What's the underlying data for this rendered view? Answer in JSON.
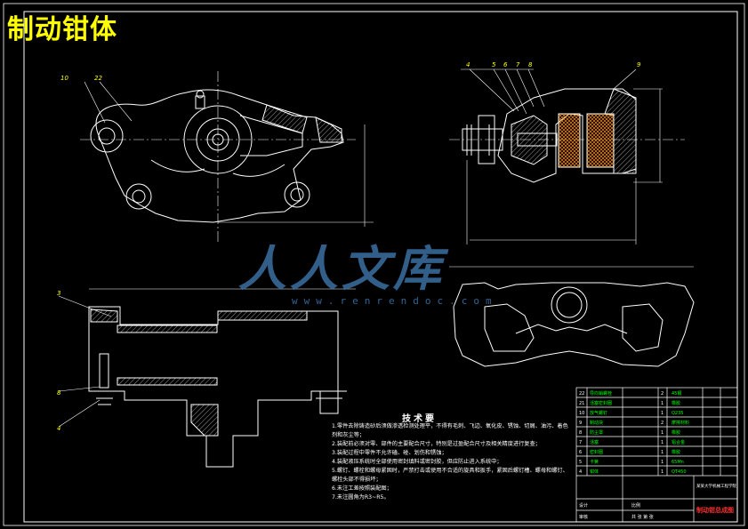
{
  "drawing": {
    "title": "制动钳体",
    "watermark": {
      "main": "人人文库",
      "sub": "www.renrendoc.com"
    },
    "tech_requirements": {
      "title": "技术要",
      "items": [
        "1.零件去除铸造砂后须做渗透检测处理平，不得有毛刺、飞边、氧化皮、锈蚀、切屑、油污、着色剂和灰尘等；",
        "2.装配前必须对零、部件的主要配合尺寸，特别是过盈配合尺寸及相关精度进行复查；",
        "3.装配过程中零件不允许磕、碰、划伤和锈蚀；",
        "4.装配液压系统时全部使用密封填料或密封胶，但应防止进入系统中；",
        "5.螺钉、螺栓和螺母紧固时，严禁打击或使用不合适的旋具和扳手，紧固后螺钉槽、螺母和螺钉、螺栓头部不得损坏；",
        "6.未注工差按照装配图；",
        "7.未注圆角为R3~R5。"
      ]
    },
    "callouts": {
      "top_left": [
        "10",
        "22"
      ],
      "top_right": [
        "4",
        "5",
        "6",
        "7",
        "8",
        "9"
      ],
      "bottom_left": [
        "3",
        "8",
        "4"
      ]
    },
    "title_block": {
      "drawing_name": "制动钳总成图",
      "rows": [
        {
          "no": "22",
          "name": "导向销螺栓",
          "qty": "2",
          "mat": "45钢"
        },
        {
          "no": "21",
          "name": "活塞密封圈",
          "qty": "1",
          "mat": "橡胶"
        },
        {
          "no": "10",
          "name": "放气螺钉",
          "qty": "1",
          "mat": "Q235"
        },
        {
          "no": "9",
          "name": "制动块",
          "qty": "2",
          "mat": "摩擦材料"
        },
        {
          "no": "8",
          "name": "防尘罩",
          "qty": "1",
          "mat": "橡胶"
        },
        {
          "no": "7",
          "name": "活塞",
          "qty": "1",
          "mat": "铝合金"
        },
        {
          "no": "6",
          "name": "密封圈",
          "qty": "1",
          "mat": "橡胶"
        },
        {
          "no": "5",
          "name": "卡簧",
          "qty": "1",
          "mat": "65Mn"
        },
        {
          "no": "4",
          "name": "钳体",
          "qty": "1",
          "mat": "QT450"
        }
      ],
      "school": "某某大学机械工程学院",
      "labels": {
        "designer": "设计",
        "checker": "审核",
        "scale": "比例",
        "sheet": "共 张 第 张"
      }
    },
    "colors": {
      "background": "#000000",
      "line": "#ffffff",
      "title": "#ffff00",
      "watermark": "#3b6fa3",
      "highlight": "#ff3030"
    }
  }
}
